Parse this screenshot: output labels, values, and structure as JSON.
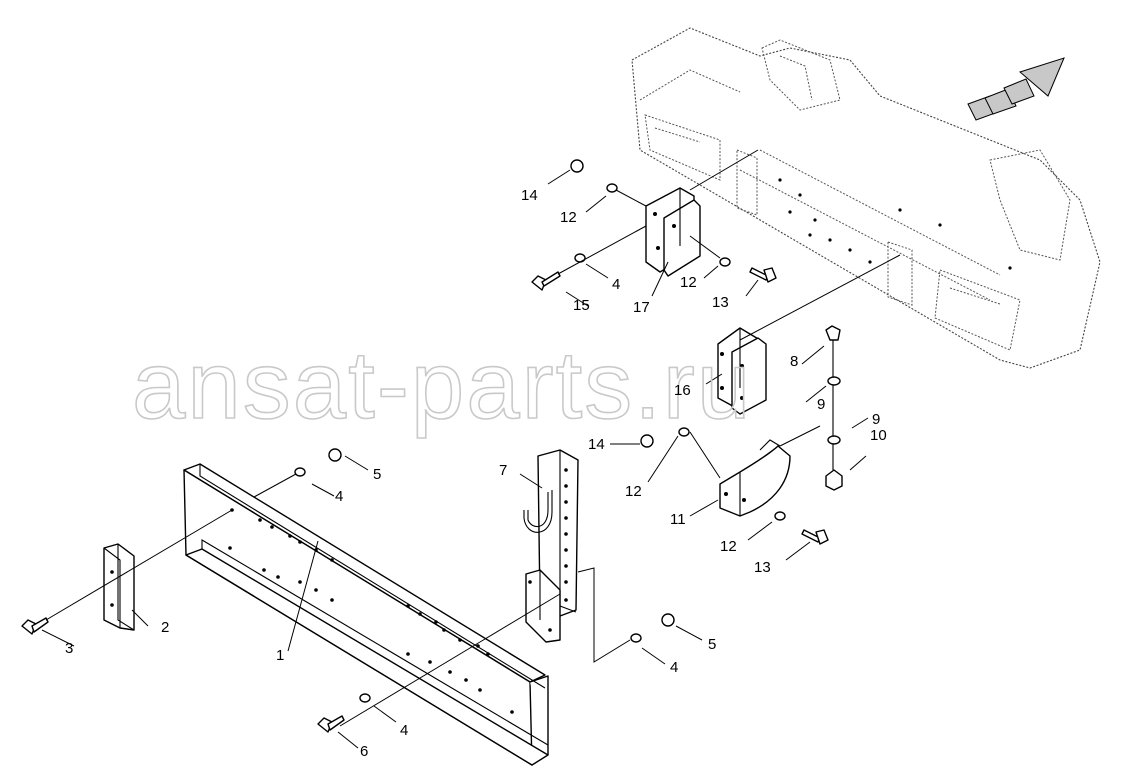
{
  "watermark": "ansat-parts.ru",
  "colors": {
    "ink": "#000000",
    "frame": "#444444",
    "watermark": "#c9c9c9",
    "arrow_fill": "#c8c8c8"
  },
  "callouts": [
    {
      "id": "c1",
      "text": "1"
    },
    {
      "id": "c2",
      "text": "2"
    },
    {
      "id": "c3",
      "text": "3"
    },
    {
      "id": "c4a",
      "text": "4"
    },
    {
      "id": "c4b",
      "text": "4"
    },
    {
      "id": "c4c",
      "text": "4"
    },
    {
      "id": "c4d",
      "text": "4"
    },
    {
      "id": "c5a",
      "text": "5"
    },
    {
      "id": "c5b",
      "text": "5"
    },
    {
      "id": "c6",
      "text": "6"
    },
    {
      "id": "c7",
      "text": "7"
    },
    {
      "id": "c8",
      "text": "8"
    },
    {
      "id": "c9a",
      "text": "9"
    },
    {
      "id": "c9b",
      "text": "9"
    },
    {
      "id": "c10",
      "text": "10"
    },
    {
      "id": "c11",
      "text": "11"
    },
    {
      "id": "c12a",
      "text": "12"
    },
    {
      "id": "c12b",
      "text": "12"
    },
    {
      "id": "c12c",
      "text": "12"
    },
    {
      "id": "c12d",
      "text": "12"
    },
    {
      "id": "c13a",
      "text": "13"
    },
    {
      "id": "c13b",
      "text": "13"
    },
    {
      "id": "c14a",
      "text": "14"
    },
    {
      "id": "c14b",
      "text": "14"
    },
    {
      "id": "c15",
      "text": "15"
    },
    {
      "id": "c16",
      "text": "16"
    },
    {
      "id": "c17",
      "text": "17"
    }
  ]
}
